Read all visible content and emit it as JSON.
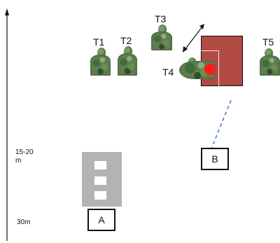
{
  "targets": {
    "t1": "T1",
    "t2": "T2",
    "t3": "T3",
    "t4": "T4",
    "t5": "T5"
  },
  "distance_labels": {
    "range_mid": "15-20\nm",
    "range_far": "30m"
  },
  "boxes": {
    "a": "A",
    "b": "B"
  },
  "colors": {
    "zone_fill": "#b24a44",
    "zone_border": "#111111",
    "hit_marker": "#ff1a1a",
    "dashed_line": "#4a7fc8",
    "stand": "#b3b3b3"
  }
}
